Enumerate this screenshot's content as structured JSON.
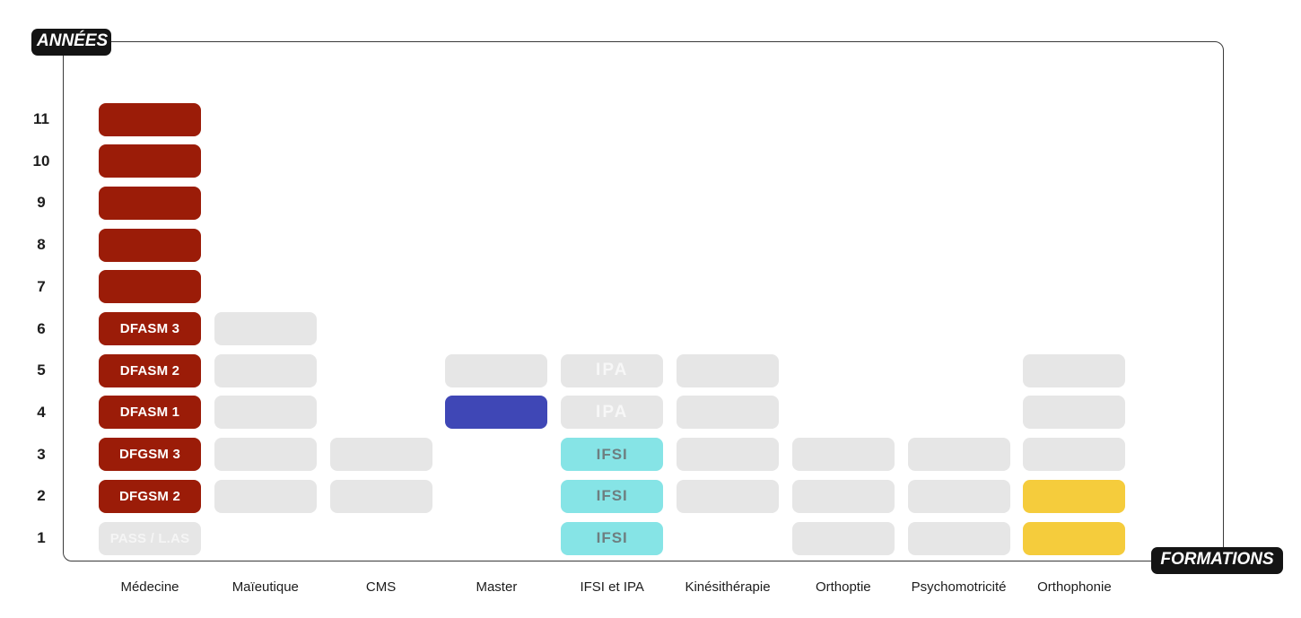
{
  "chart_data": {
    "type": "table",
    "y_axis_tag": "ANNÉES",
    "x_axis_tag": "FORMATIONS",
    "years": [
      "1",
      "2",
      "3",
      "4",
      "5",
      "6",
      "7",
      "8",
      "9",
      "10",
      "11"
    ],
    "colors": {
      "medecine": "#9b1c08",
      "inactive": "#e6e6e6",
      "master": "#3f47b6",
      "ifsi": "#86e4e6",
      "orthophonie": "#f5cc3c",
      "pass_text": "#f5f5f5",
      "ipa_text": "#f7f7f7",
      "ifsi_text": "#6e7e80"
    },
    "formations": [
      {
        "name": "Médecine",
        "cells": [
          {
            "year": 1,
            "label": "PASS / L.AS",
            "style": "inactive",
            "text_color": "pass_text"
          },
          {
            "year": 2,
            "label": "DFGSM 2",
            "style": "medecine"
          },
          {
            "year": 3,
            "label": "DFGSM 3",
            "style": "medecine"
          },
          {
            "year": 4,
            "label": "DFASM 1",
            "style": "medecine"
          },
          {
            "year": 5,
            "label": "DFASM 2",
            "style": "medecine"
          },
          {
            "year": 6,
            "label": "DFASM 3",
            "style": "medecine"
          },
          {
            "year": 7,
            "label": "",
            "style": "medecine"
          },
          {
            "year": 8,
            "label": "",
            "style": "medecine"
          },
          {
            "year": 9,
            "label": "",
            "style": "medecine"
          },
          {
            "year": 10,
            "label": "",
            "style": "medecine"
          },
          {
            "year": 11,
            "label": "",
            "style": "medecine"
          }
        ]
      },
      {
        "name": "Maïeutique",
        "cells": [
          {
            "year": 2,
            "label": "",
            "style": "inactive"
          },
          {
            "year": 3,
            "label": "",
            "style": "inactive"
          },
          {
            "year": 4,
            "label": "",
            "style": "inactive"
          },
          {
            "year": 5,
            "label": "",
            "style": "inactive"
          },
          {
            "year": 6,
            "label": "",
            "style": "inactive"
          }
        ]
      },
      {
        "name": "CMS",
        "cells": [
          {
            "year": 2,
            "label": "",
            "style": "inactive"
          },
          {
            "year": 3,
            "label": "",
            "style": "inactive"
          }
        ]
      },
      {
        "name": "Master",
        "cells": [
          {
            "year": 4,
            "label": "",
            "style": "master"
          },
          {
            "year": 5,
            "label": "",
            "style": "inactive"
          }
        ]
      },
      {
        "name": "IFSI et IPA",
        "cells": [
          {
            "year": 1,
            "label": "IFSI",
            "style": "ifsi",
            "text_color": "ifsi_text"
          },
          {
            "year": 2,
            "label": "IFSI",
            "style": "ifsi",
            "text_color": "ifsi_text"
          },
          {
            "year": 3,
            "label": "IFSI",
            "style": "ifsi",
            "text_color": "ifsi_text"
          },
          {
            "year": 4,
            "label": "IPA",
            "style": "inactive",
            "text_color": "ipa_text"
          },
          {
            "year": 5,
            "label": "IPA",
            "style": "inactive",
            "text_color": "ipa_text"
          }
        ]
      },
      {
        "name": "Kinésithérapie",
        "cells": [
          {
            "year": 2,
            "label": "",
            "style": "inactive"
          },
          {
            "year": 3,
            "label": "",
            "style": "inactive"
          },
          {
            "year": 4,
            "label": "",
            "style": "inactive"
          },
          {
            "year": 5,
            "label": "",
            "style": "inactive"
          }
        ]
      },
      {
        "name": "Orthoptie",
        "cells": [
          {
            "year": 1,
            "label": "",
            "style": "inactive"
          },
          {
            "year": 2,
            "label": "",
            "style": "inactive"
          },
          {
            "year": 3,
            "label": "",
            "style": "inactive"
          }
        ]
      },
      {
        "name": "Psychomotricité",
        "cells": [
          {
            "year": 1,
            "label": "",
            "style": "inactive"
          },
          {
            "year": 2,
            "label": "",
            "style": "inactive"
          },
          {
            "year": 3,
            "label": "",
            "style": "inactive"
          }
        ]
      },
      {
        "name": "Orthophonie",
        "cells": [
          {
            "year": 1,
            "label": "",
            "style": "orthophonie"
          },
          {
            "year": 2,
            "label": "",
            "style": "orthophonie"
          },
          {
            "year": 3,
            "label": "",
            "style": "inactive"
          },
          {
            "year": 4,
            "label": "",
            "style": "inactive"
          },
          {
            "year": 5,
            "label": "",
            "style": "inactive"
          }
        ]
      }
    ]
  }
}
